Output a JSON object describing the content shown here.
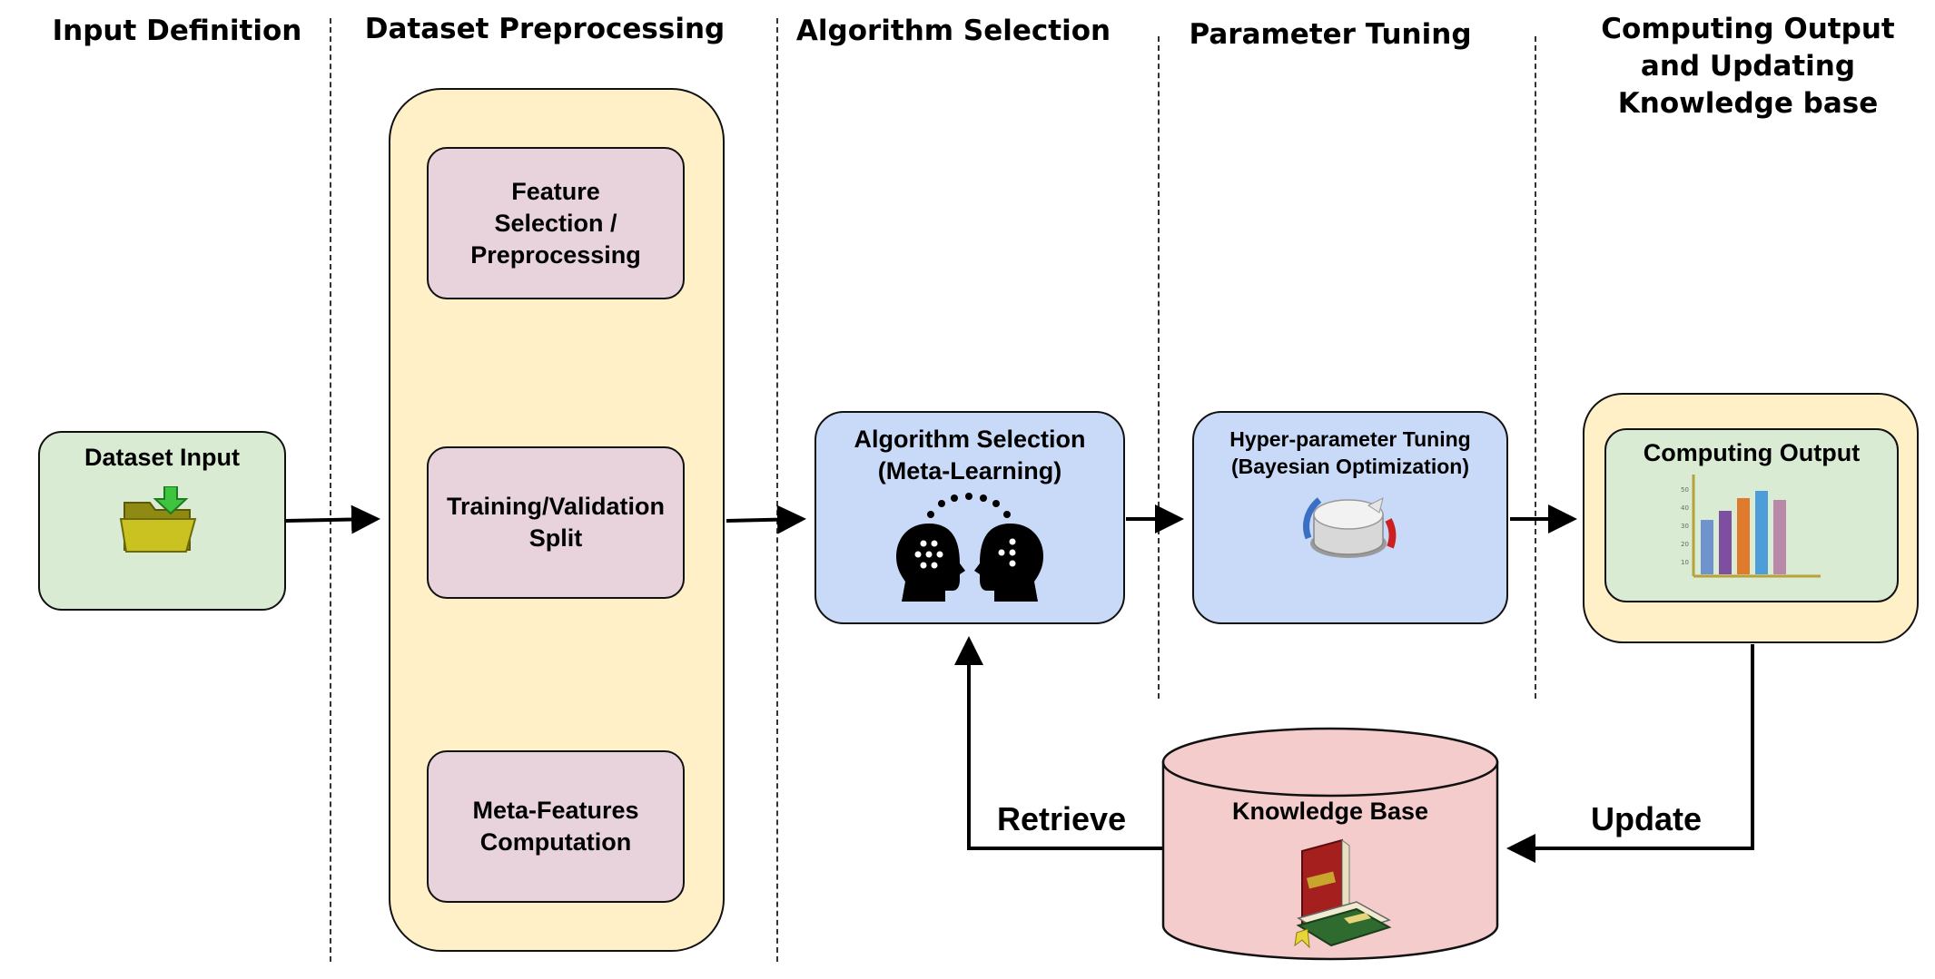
{
  "headers": {
    "input": "Input Definition",
    "preprocessing": "Dataset Preprocessing",
    "algorithm": "Algorithm Selection",
    "tuning": "Parameter Tuning",
    "output": "Computing Output and Updating Knowledge base"
  },
  "nodes": {
    "dataset_input": "Dataset Input",
    "feature_selection": "Feature Selection / Preprocessing",
    "train_split": "Training/Validation Split",
    "meta_features": "Meta-Features Computation",
    "algorithm_selection": "Algorithm Selection (Meta-Learning)",
    "hyperparameter": "Hyper-parameter Tuning (Bayesian Optimization)",
    "computing_output": "Computing Output",
    "knowledge_base": "Knowledge Base"
  },
  "edge_labels": {
    "retrieve": "Retrieve",
    "update": "Update"
  },
  "chart_icon_ticks": [
    "50",
    "40",
    "30",
    "20",
    "10"
  ],
  "icons": [
    "folder-download-icon",
    "heads-meta-learning-icon",
    "knob-dial-icon",
    "bar-chart-icon",
    "books-icon"
  ],
  "colors": {
    "input_box": "#d9ebd3",
    "preprocess_panel": "#fff0c8",
    "step_box": "#e8d3dd",
    "model_box": "#c9daf8",
    "knowledge_db": "#f4cccc"
  }
}
